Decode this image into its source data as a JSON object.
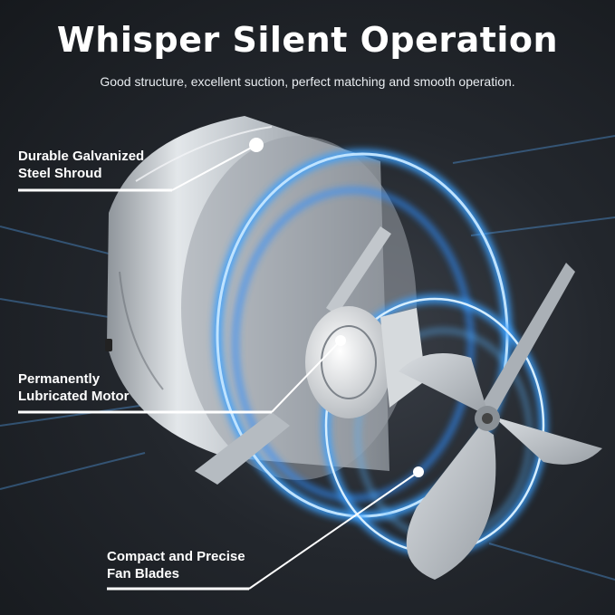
{
  "headline": "Whisper Silent Operation",
  "subheadline": "Good structure, excellent suction, perfect matching and smooth operation.",
  "callouts": {
    "shroud": {
      "line1": "Durable Galvanized",
      "line2": "Steel Shroud"
    },
    "motor": {
      "line1": "Permanently",
      "line2": "Lubricated Motor"
    },
    "blades": {
      "line1": "Compact and Precise",
      "line2": "Fan Blades"
    }
  },
  "colors": {
    "background": "#23272d",
    "airflow_glow": "#3aa0ff",
    "steel": "#c9ced3",
    "text": "#ffffff"
  }
}
